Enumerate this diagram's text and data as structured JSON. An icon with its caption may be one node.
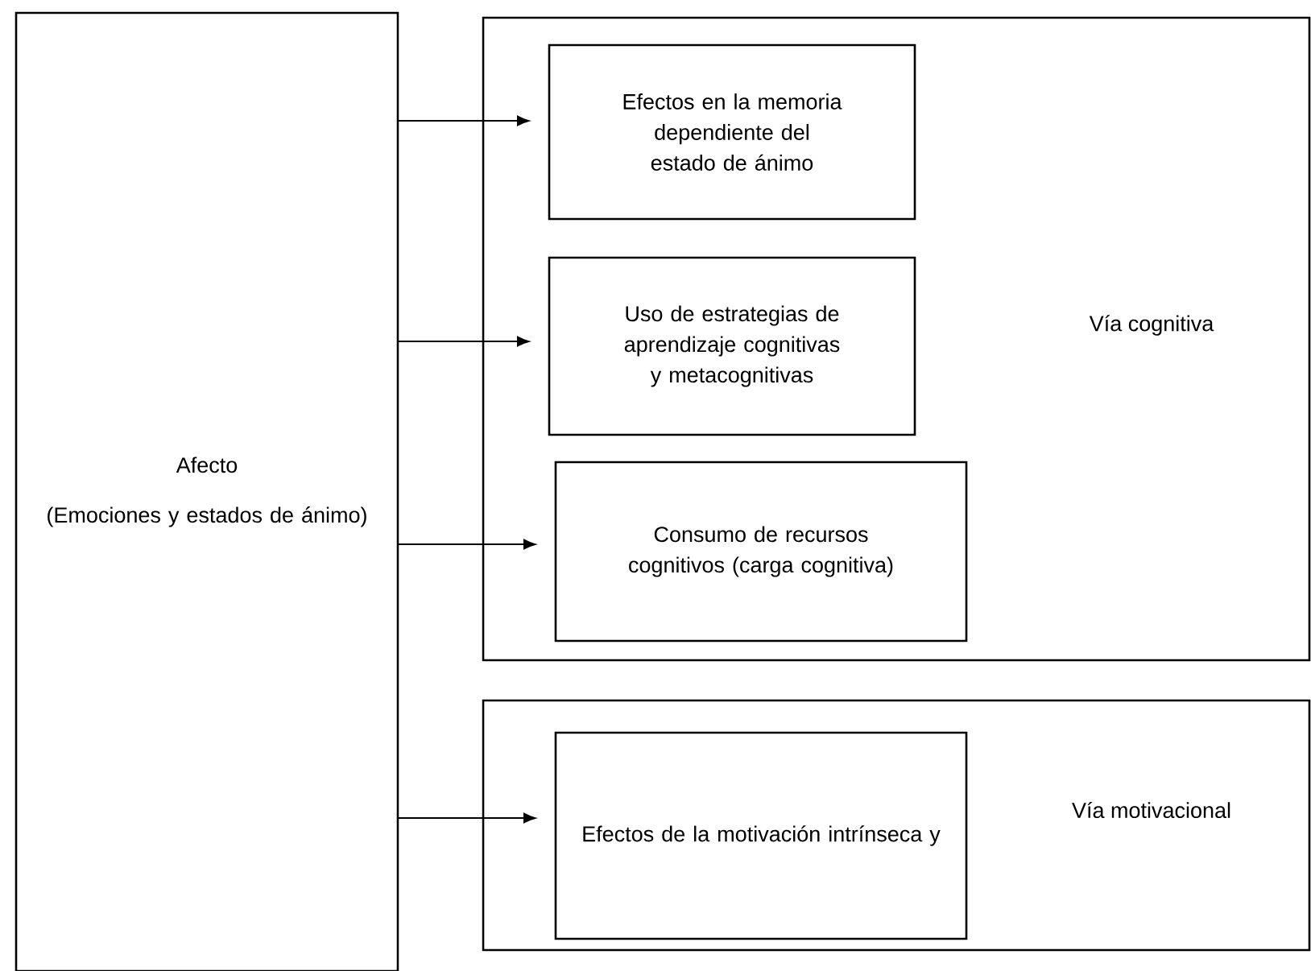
{
  "diagram": {
    "nodes": [
      {
        "text": [
          "Afecto",
          "(Emociones y estados de ánimo)"
        ]
      },
      {
        "text": [
          "Vía cognitiva"
        ]
      },
      {
        "text": [
          "Efectos en la memoria dependiente del estado de ánimo"
        ],
        "in": 1
      },
      {
        "text": [
          "Uso de estrategias de aprendizaje cognitivas y metacognitivas"
        ],
        "in": 1
      },
      {
        "text": [
          "Consumo de recursos cognitivos (carga cognitiva)"
        ],
        "in": 1
      },
      {
        "text": [
          "Vía motivacional"
        ]
      },
      {
        "text": [
          "Efectos de la motivación intrínseca y"
        ],
        "in": 5
      }
    ],
    "edges": [
      {
        "from": 0,
        "to": 2,
        "arrow": "to"
      },
      {
        "from": 0,
        "to": 3,
        "arrow": "to"
      },
      {
        "from": 0,
        "to": 4,
        "arrow": "to"
      },
      {
        "from": 0,
        "to": 6,
        "arrow": "to"
      }
    ]
  }
}
